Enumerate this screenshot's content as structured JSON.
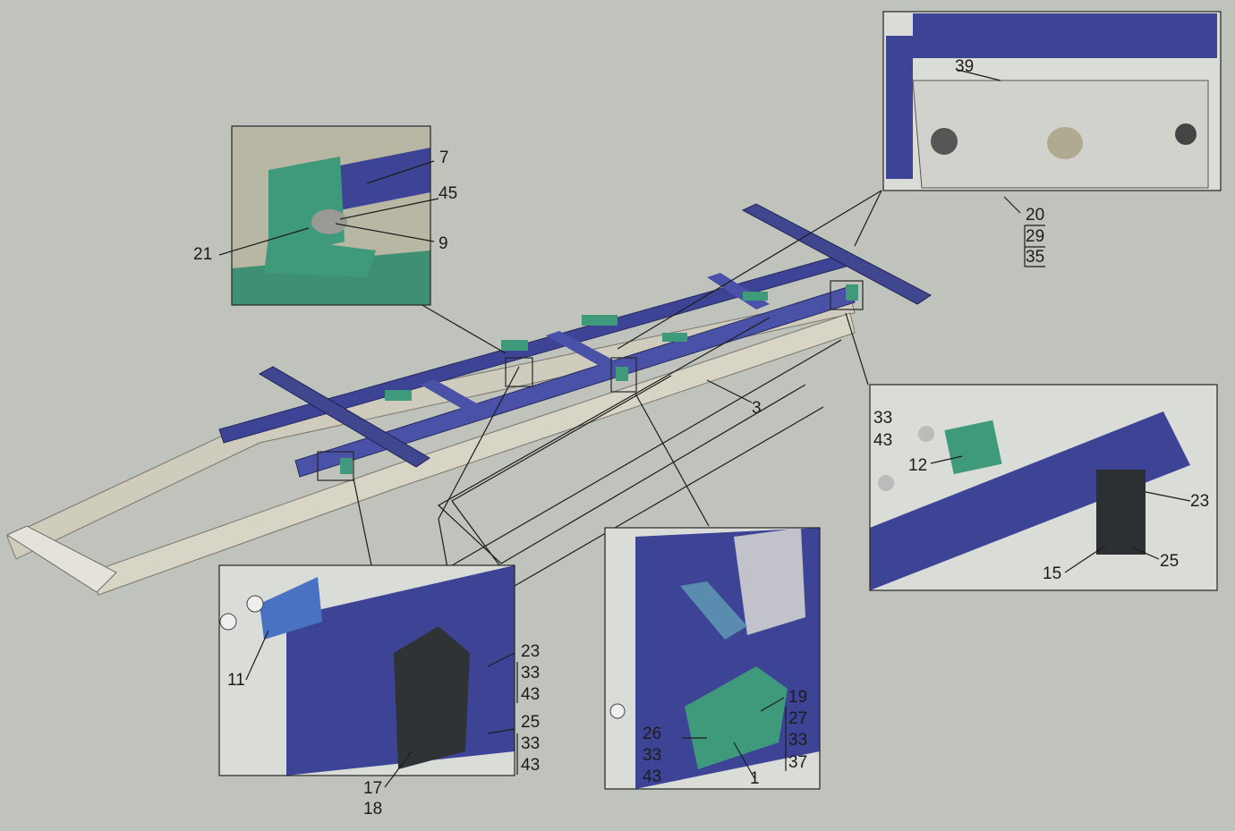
{
  "colors": {
    "background": "#bfc3bc",
    "frame_beige": "#cfcbbd",
    "frame_blue": "#3d4496",
    "bracket_green": "#3f9a7c",
    "inset_floor": "#d9dcd7"
  },
  "callouts": {
    "c7": "7",
    "c45": "45",
    "c9": "9",
    "c21": "21",
    "c39": "39",
    "c20": "20",
    "c29": "29",
    "c35": "35",
    "c3": "3",
    "c33a": "33",
    "c43a": "43",
    "c12": "12",
    "c23a": "23",
    "c25a": "25",
    "c15": "15",
    "c11": "11",
    "c23b": "23",
    "c33b": "33",
    "c43b": "43",
    "c25b": "25",
    "c33c": "33",
    "c43c": "43",
    "c17": "17",
    "c18": "18",
    "c19": "19",
    "c27": "27",
    "c33d": "33",
    "c37": "37",
    "c26": "26",
    "c33e": "33",
    "c43d": "43",
    "c1": "1"
  }
}
